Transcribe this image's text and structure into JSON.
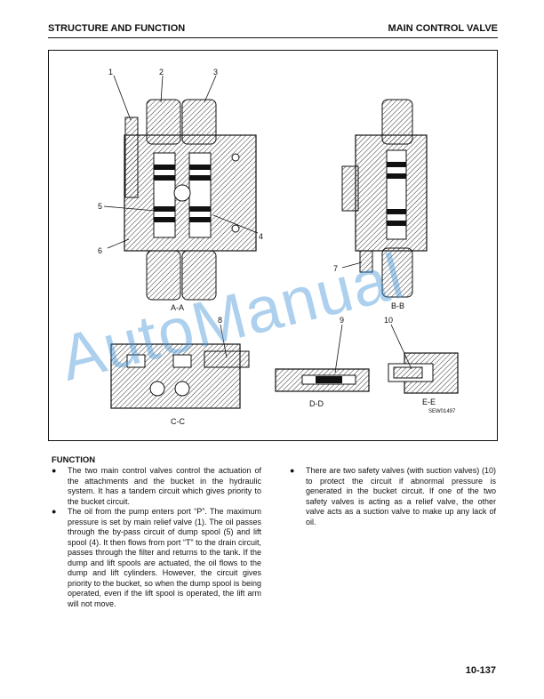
{
  "header": {
    "left": "STRUCTURE AND FUNCTION",
    "right": "MAIN CONTROL VALVE"
  },
  "figure": {
    "callouts": [
      "1",
      "2",
      "3",
      "4",
      "5",
      "6",
      "7",
      "8",
      "9",
      "10"
    ],
    "views": {
      "aa": "A-A",
      "bb": "B-B",
      "cc": "C-C",
      "dd": "D-D",
      "ee": "E-E"
    },
    "code": "SEW01497"
  },
  "watermark": "AutoManual",
  "section_title": "FUNCTION",
  "left_items": [
    "The two main control valves control the actuation of the attachments and the bucket in the hydraulic system. It has a tandem circuit which gives priority to the bucket circuit.",
    "The oil from the pump enters port “P”. The maximum pressure is set by main relief valve (1). The oil passes through the by-pass circuit of dump spool (5) and lift spool (4). It then flows from port “T” to the drain circuit, passes through the filter and returns to the tank. If the dump and lift spools are actuated, the oil flows to the dump and lift cylinders. However, the circuit gives priority to the bucket, so when the dump spool is being operated, even if the lift spool is operated, the lift arm will not move."
  ],
  "right_items": [
    "There are two safety valves (with suction valves) (10) to protect the circuit if abnormal pressure is generated in the bucket circuit. If one of the two safety valves is acting as a relief valve, the other valve acts as a suction valve to make up any lack of oil."
  ],
  "bullet": "●",
  "page_number": "10-137"
}
